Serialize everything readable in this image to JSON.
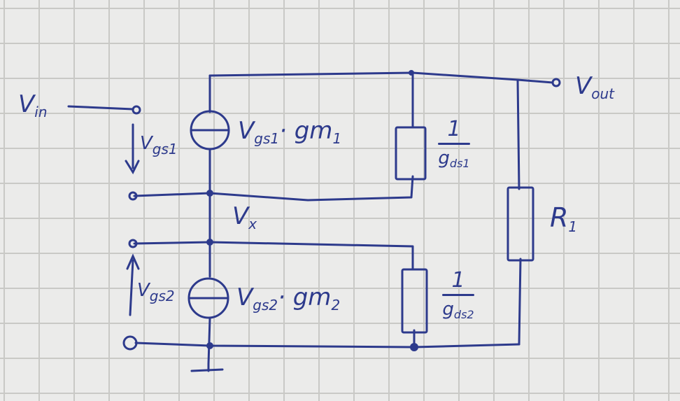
{
  "labels": {
    "vin_main": "V",
    "vin_sub": "in",
    "vout_main": "V",
    "vout_sub": "out",
    "vgs1_main": "V",
    "vgs1_sub": "gs1",
    "vgs2_main": "V",
    "vgs2_sub": "gs2",
    "src1_main": "V",
    "src1_sub": "gs1",
    "src1_mid": "· gm",
    "src1_end": "1",
    "src2_main": "V",
    "src2_sub": "gs2",
    "src2_mid": "· gm",
    "src2_end": "2",
    "vx_main": "V",
    "vx_sub": "x",
    "r1_main": "R",
    "r1_sub": "1",
    "gds1_num": "1",
    "gds1_den": "g",
    "gds1_den_sub": "ds1",
    "gds2_num": "1",
    "gds2_den": "g",
    "gds2_den_sub": "ds2"
  },
  "colors": {
    "ink": "#2d3a8c",
    "paper": "#ebebea",
    "grid": "#c9c9c6"
  }
}
